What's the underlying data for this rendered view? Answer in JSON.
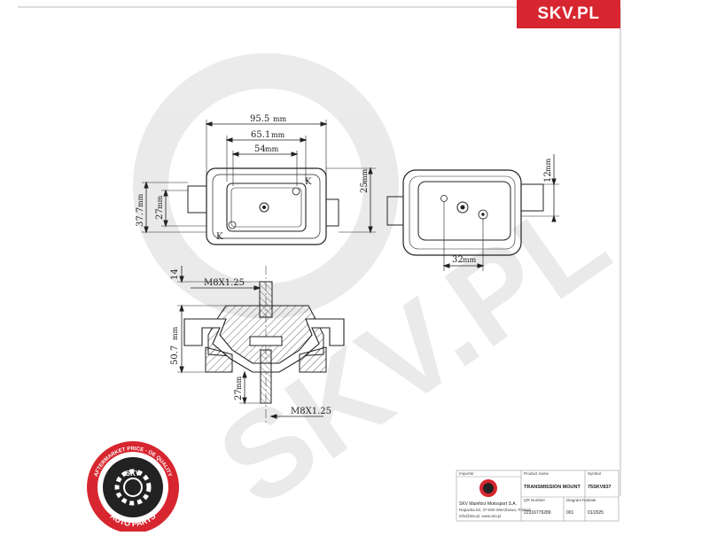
{
  "brand": {
    "tag": "SKV.PL",
    "accent": "#d7262f"
  },
  "watermark": "SKV.PL",
  "dimensions": {
    "width_total": "95.5",
    "width_inner": "65.1",
    "width_hole": "54",
    "height_left": "37.7",
    "height_inner": "27",
    "height_right": "25",
    "side_height": "12",
    "side_spacing": "32",
    "thread_top": "M8X1.25",
    "thread_bottom": "M8X1.25",
    "stud_top": "14",
    "body_height": "50.7",
    "stud_bottom": "27",
    "unit": "mm"
  },
  "badge": {
    "ring_text": "AFTERMARKET PRICE · OE QUALITY",
    "center_text": "SKV",
    "bottom_text": "AUTO PARTS"
  },
  "title_block": {
    "importer_label": "Importer",
    "company_name": "SKV Mainforz Motosport S.A.",
    "company_address": "Rapacka 63, 37-600 Wierzbowo, Poland",
    "company_contact": "info@skv.pl, www.skv.pl",
    "product_label": "Product name",
    "product_value": "TRANSMISSION MOUNT",
    "symbol_label": "Symbol",
    "symbol_value": "75SKV837",
    "ean_label": "QR Number",
    "ean_value": "22316776289",
    "number_label": "Diagram No.",
    "number_value": "001",
    "date_label": "Date",
    "date_value": "01/2025"
  }
}
